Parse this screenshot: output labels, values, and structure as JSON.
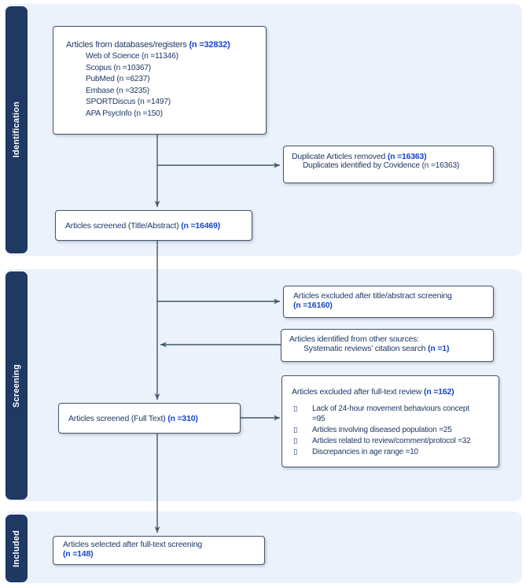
{
  "colors": {
    "stage_bar": "#1F3864",
    "panel_bg": "#EBF2FB",
    "box_border": "#44546A",
    "body_text": "#1F3864",
    "count_text": "#1546CB",
    "arrow": "#44546A"
  },
  "stages": [
    {
      "label": "Identification"
    },
    {
      "label": "Screening"
    },
    {
      "label": "Included"
    }
  ],
  "boxes": {
    "databases": {
      "title": "Articles from databases/registers ",
      "count": "(n =32832)",
      "items": [
        "Web of Science (n =11346)",
        "Scopus (n =10367)",
        "PubMed (n =6237)",
        "Embase (n =3235)",
        "SPORTDiscus (n =1497)",
        "APA PsycInfo (n =150)"
      ]
    },
    "duplicates": {
      "title": "Duplicate Articles removed ",
      "count": "(n =16363)",
      "sub": "Duplicates identified by Covidence (n =16363)"
    },
    "screened_ta": {
      "title": "Articles screened (Title/Abstract) ",
      "count": "(n =16469)"
    },
    "excluded_ta": {
      "title": "Articles excluded after title/abstract screening",
      "count": "(n =16160)"
    },
    "other_sources": {
      "title": "Articles identified from other sources:",
      "sub": "Systematic reviews’ citation search ",
      "sub_count": "(n =1)"
    },
    "excluded_ft": {
      "title": "Articles excluded after full-text review ",
      "count": "(n =162)",
      "bullet_glyph": "▯",
      "items": [
        "Lack of 24-hour movement behaviours concept\n=95",
        "Articles involving diseased population =25",
        "Articles related to review/comment/protocol =32",
        "Discrepancies in age range =10"
      ]
    },
    "screened_ft": {
      "title": "Articles screened (Full Text) ",
      "count": "(n =310)"
    },
    "selected": {
      "title": "Articles selected after full-text screening",
      "count": "(n =148)"
    }
  }
}
